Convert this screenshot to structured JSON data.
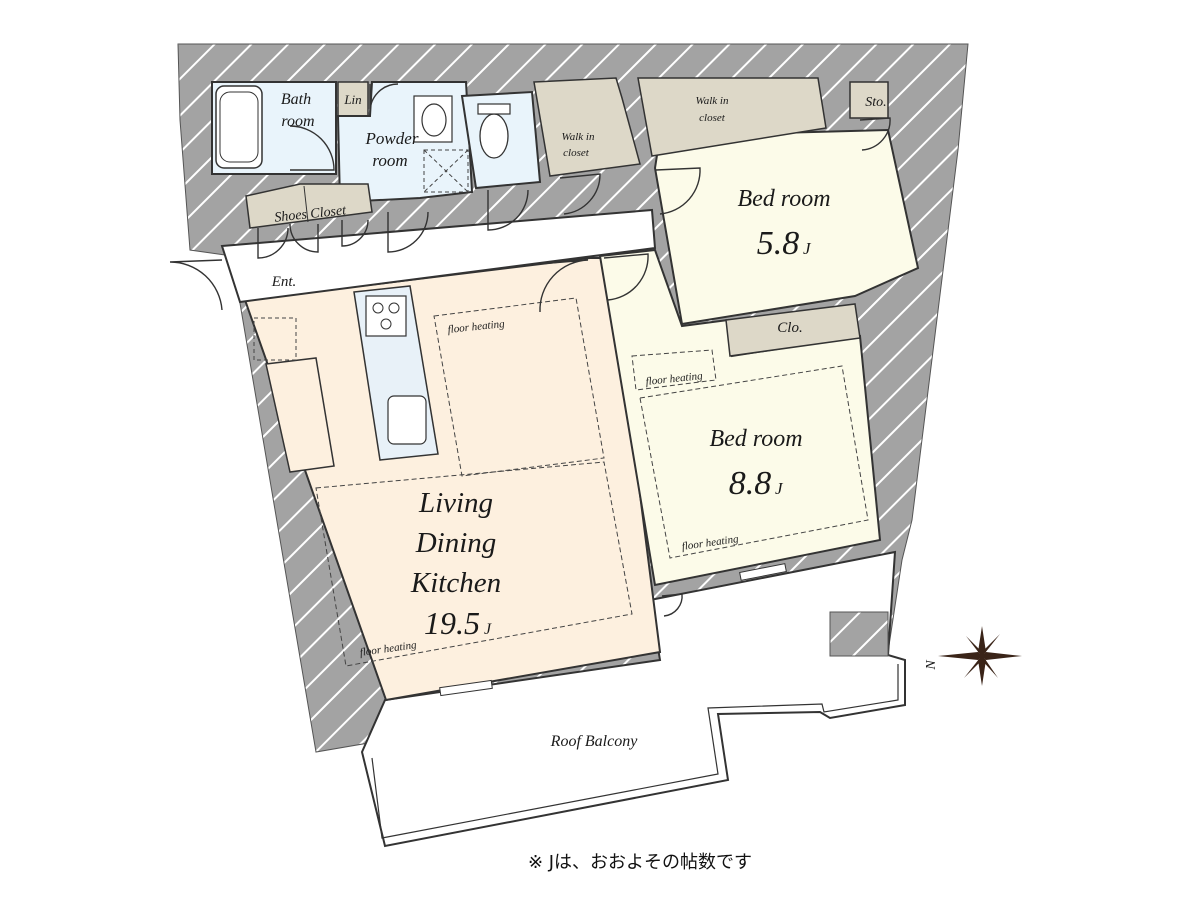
{
  "colors": {
    "wall_hatch": "#9a9a9a",
    "ldk_floor": "#fdf0df",
    "bedroom_floor": "#fcfbe9",
    "wet_floor": "#e9f4fb",
    "closet_floor": "#ddd8c8",
    "outline": "#333333",
    "compass": "#3a2418"
  },
  "rooms": {
    "bath": {
      "line1": "Bath",
      "line2": "room"
    },
    "linen": {
      "label": "Lin"
    },
    "powder": {
      "line1": "Powder",
      "line2": "room"
    },
    "walkin_closet_small": {
      "line1": "Walk in",
      "line2": "closet"
    },
    "walkin_closet_large": {
      "line1": "Walk in",
      "line2": "closet"
    },
    "storage": {
      "label": "Sto."
    },
    "shoes_closet": {
      "label": "Shoes Closet"
    },
    "entrance": {
      "label": "Ent."
    },
    "bedroom1": {
      "name": "Bed room",
      "size": "5.8",
      "unit": "J"
    },
    "closet": {
      "label": "Clo."
    },
    "bedroom2": {
      "name": "Bed room",
      "size": "8.8",
      "unit": "J",
      "heating1": "floor heating",
      "heating2": "floor heating"
    },
    "ldk": {
      "line1": "Living",
      "line2": "Dining",
      "line3": "Kitchen",
      "size": "19.5",
      "unit": "J",
      "heating1": "floor heating",
      "heating2": "floor heating"
    },
    "roof_balcony": {
      "label": "Roof Balcony"
    }
  },
  "compass": {
    "north_label": "N"
  },
  "footnote": "※  Jは、おおよその帖数です"
}
